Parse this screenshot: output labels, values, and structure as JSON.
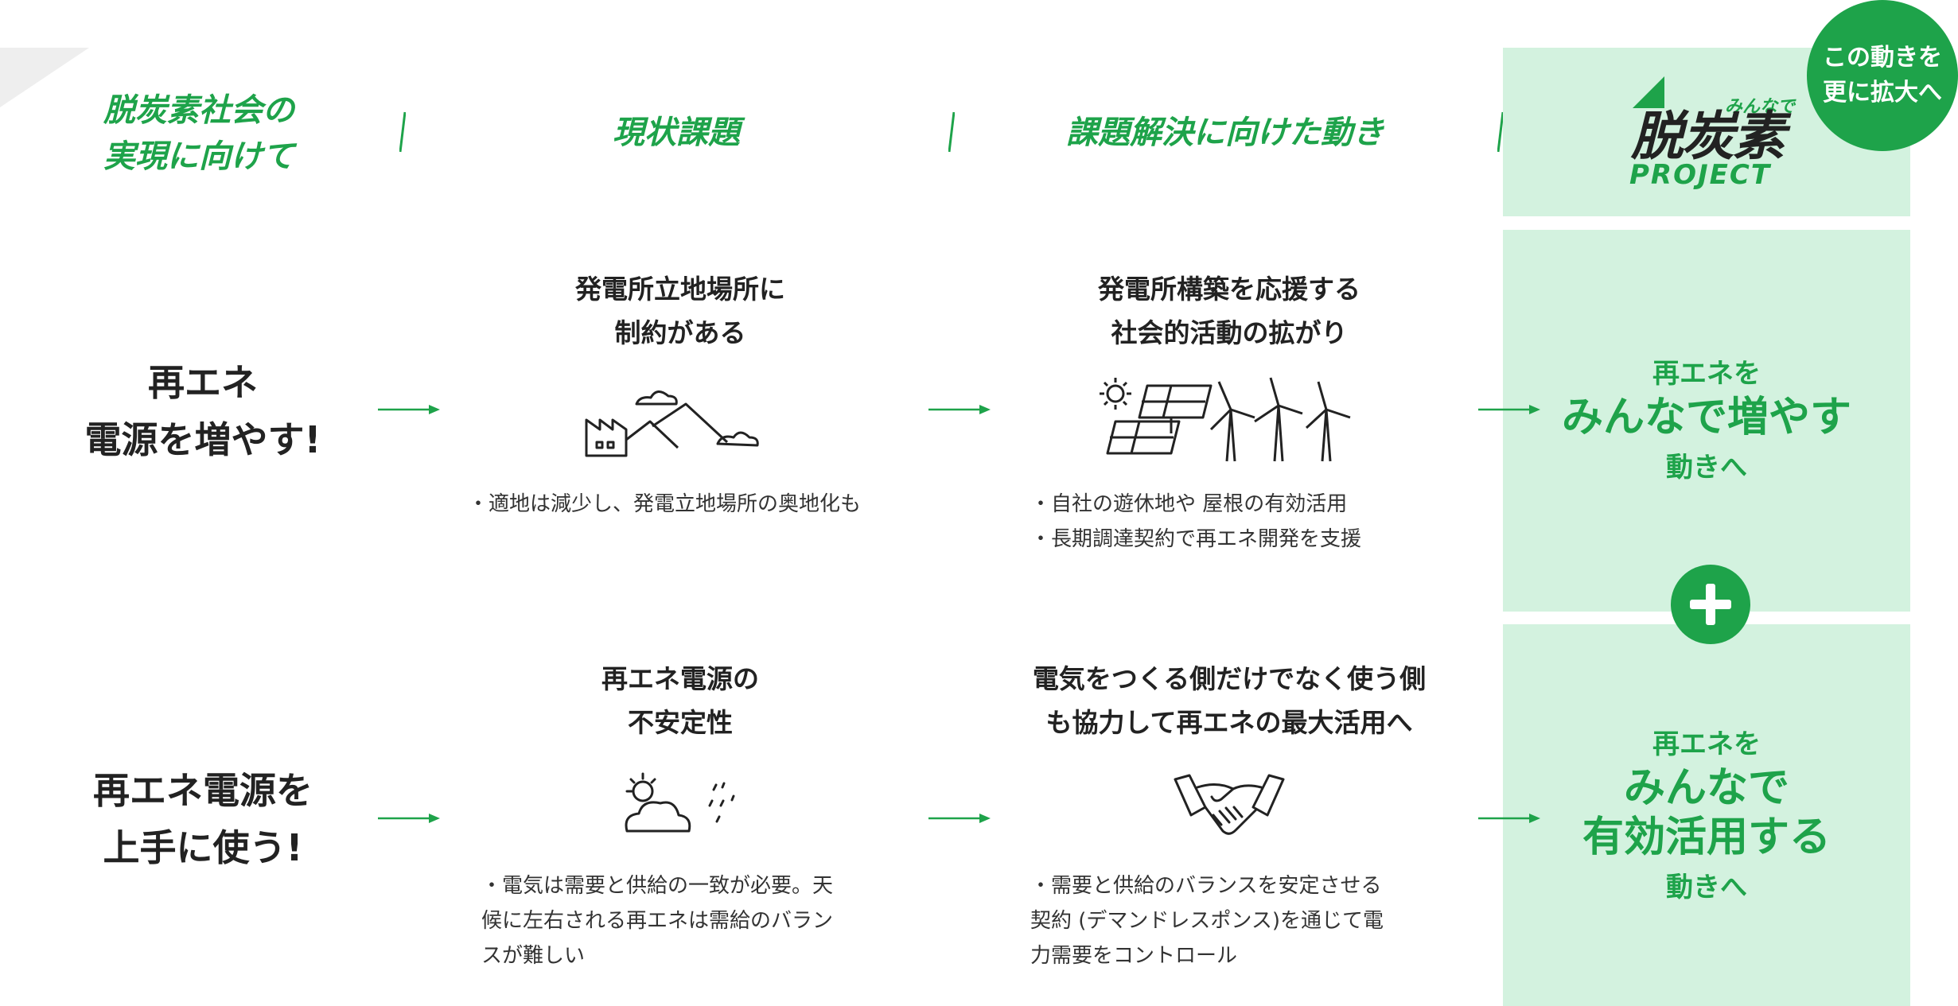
{
  "header": {
    "col1": "脱炭素社会の\n実現に向けて",
    "col2": "現状課題",
    "col3": "課題解決に向けた動き"
  },
  "badge": "この動きを\n更に拡大へ",
  "logo": {
    "small": "みんなで",
    "main": "脱炭素",
    "project": "PROJECT"
  },
  "rows": [
    {
      "label": "再エネ\n電源を増やす!",
      "issue_title": "発電所立地場所に\n制約がある",
      "issue_desc": [
        "・適地は減少し、発電立地場所の奥地化も"
      ],
      "action_title": "発電所構築を応援する\n社会的活動の拡がり",
      "action_desc": [
        "・自社の遊休地や 屋根の有効活用",
        "・長期調達契約で再エネ開発を支援"
      ],
      "panel": {
        "line1": "再エネを",
        "main": [
          "みんなで増やす"
        ],
        "line3": "動きへ"
      }
    },
    {
      "label": "再エネ電源を\n上手に使う!",
      "issue_title": "再エネ電源の\n不安定性",
      "issue_desc": [
        "・電気は需要と供給の一致が必要。天",
        "候に左右される再エネは需給のバラン",
        "スが難しい"
      ],
      "action_title": "電気をつくる側だけでなく使う側\nも協力して再エネの最大活用へ",
      "action_desc": [
        "・需要と供給のバランスを安定させる",
        "契約 (デマンドレスポンス)を通じて電",
        "力需要をコントロール"
      ],
      "panel": {
        "line1": "再エネを",
        "main": [
          "みんなで",
          "有効活用する"
        ],
        "line3": "動きへ"
      }
    }
  ],
  "icons": [
    "factory-mountain-icon",
    "solar-wind-icon",
    "weather-icon",
    "handshake-icon"
  ],
  "colors": {
    "accent": "#1ea34a",
    "panel": "#d3f2df",
    "text": "#222222"
  }
}
